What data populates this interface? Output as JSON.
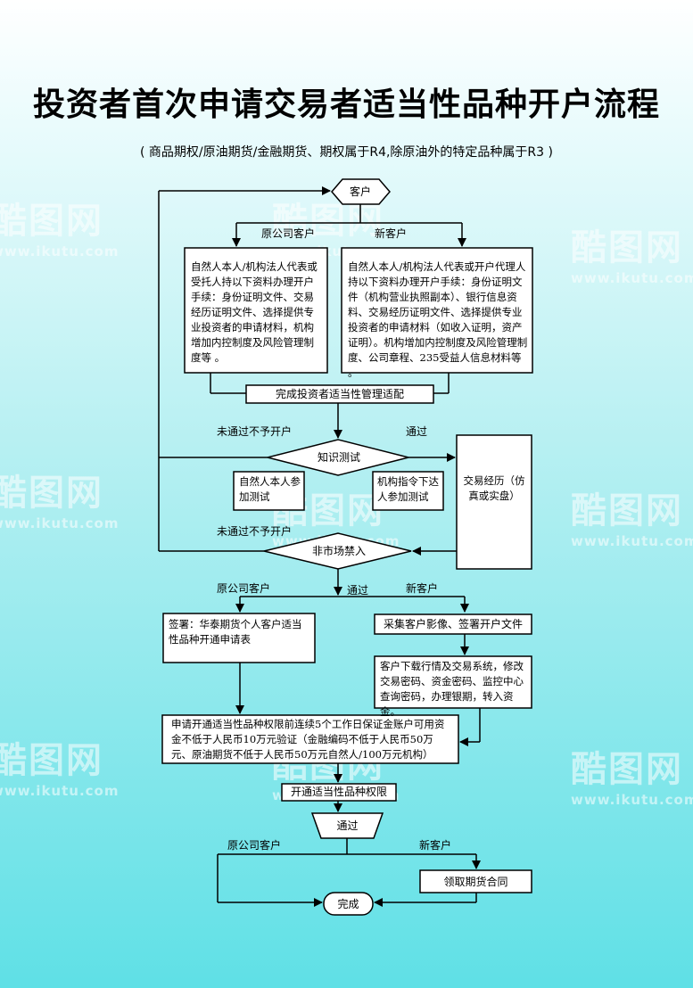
{
  "title": "投资者首次申请交易者适当性品种开户流程",
  "subtitle": "( 商品期权/原油期货/金融期货、期权属于R4,除原油外的特定品种属于R3 )",
  "nodes": {
    "customer": "客户",
    "old_customer_docs": "自然人本人/机构法人代表或受托人持以下资料办理开户手续：身份证明文件、交易经历证明文件、选择提供专业投资者的申请材料，机构增加内控制度及风险管理制度等 。",
    "new_customer_docs": "自然人本人/机构法人代表或开户代理人持以下资料办理开户手续：身份证明文件（机构营业执照副本）、银行信息资料、交易经历证明文件、选择提供专业投资者的申请材料（如收入证明，资产证明）。机构增加内控制度及风险管理制度、公司章程、235受益人信息材料等 。",
    "suitability_match": "完成投资者适当性管理适配",
    "knowledge_test": "知识测试",
    "natural_person_test": "自然人本人参加测试",
    "institution_test": "机构指令下达人参加测试",
    "trading_experience": "交易经历（仿真或实盘）",
    "market_ban": "非市场禁入",
    "sign_form": "签署：华泰期货个人客户适当性品种开通申请表",
    "collect_images": "采集客户影像、签署开户文件",
    "download_system": "客户下载行情及交易系统，修改交易密码、资金密码、监控中心查询密码，办理银期，转入资金。",
    "apply_permission": "申请开通适当性品种权限前连续5个工作日保证金账户可用资金不低于人民币10万元验证（金融编码不低于人民币50万元、原油期货不低于人民币50万元自然人/100万元机构）",
    "open_permission": "开通适当性品种权限",
    "passed_gate": "通过",
    "futures_contract": "领取期货合同",
    "done": "完成"
  },
  "labels": {
    "old_customer": "原公司客户",
    "new_customer": "新客户",
    "fail_reject": "未通过不予开户",
    "pass": "通过"
  },
  "watermark": {
    "brand": "酷图网",
    "url": "www.ikutu.com"
  },
  "colors": {
    "line": "#000000",
    "box_fill": "#ffffff",
    "bg_top": "#ffffff",
    "bg_bottom": "#5fe0e6"
  }
}
